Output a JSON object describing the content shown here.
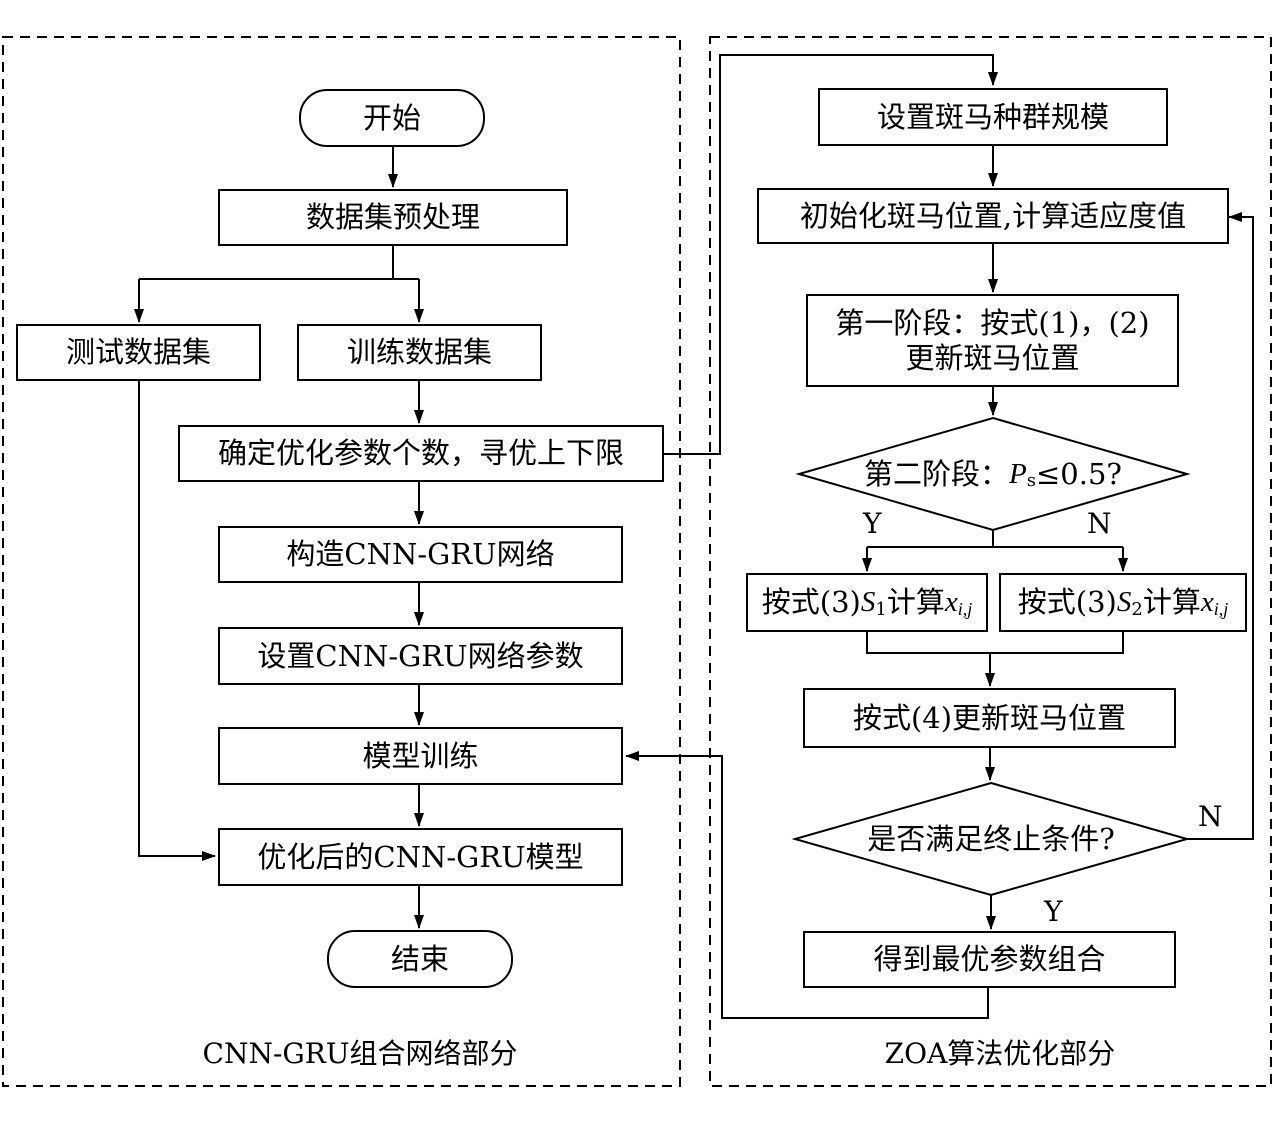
{
  "regions": {
    "left_title": "CNN-GRU组合网络部分",
    "right_title": "ZOA算法优化部分"
  },
  "left": {
    "start": "开始",
    "preprocess": "数据集预处理",
    "test_set": "测试数据集",
    "train_set": "训练数据集",
    "determine_params": "确定优化参数个数，寻优上下限",
    "build_net": "构造CNN-GRU网络",
    "set_params": "设置CNN-GRU网络参数",
    "train_model": "模型训练",
    "optimized_model": "优化后的CNN-GRU模型",
    "end": "结束"
  },
  "right": {
    "set_population": "设置斑马种群规模",
    "init_positions": "初始化斑马位置,计算适应度值",
    "phase1_line1": "第一阶段：按式(1)，(2)",
    "phase1_line2": "更新斑马位置",
    "phase2_prefix": "第二阶段：",
    "phase2_var": "P",
    "phase2_sub": "s",
    "phase2_suffix": "≤0.5?",
    "s1_prefix": "按式(3)",
    "s1_var": "S",
    "s1_sub": "1",
    "s1_mid": "计算",
    "s1_x": "x",
    "s1_xsub": "i,j",
    "s2_prefix": "按式(3)",
    "s2_var": "S",
    "s2_sub": "2",
    "s2_mid": "计算",
    "s2_x": "x",
    "s2_xsub": "i,j",
    "update_eq4": "按式(4)更新斑马位置",
    "terminate_question": "是否满足终止条件?",
    "best_params": "得到最优参数组合"
  },
  "labels": {
    "phase2_yes": "Y",
    "phase2_no": "N",
    "terminate_no": "N",
    "terminate_yes": "Y"
  }
}
